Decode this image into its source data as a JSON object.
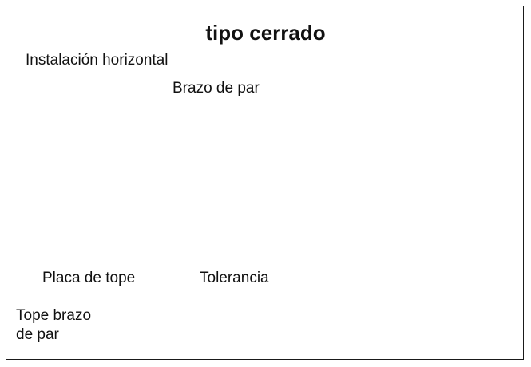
{
  "diagram": {
    "title": "tipo cerrado",
    "subtitle": "Instalación horizontal",
    "labels": {
      "torque_arm": "Brazo de par",
      "stop_plate": "Placa de tope",
      "tolerance": "Tolerancia",
      "torque_arm_stop_line1": "Tope brazo",
      "torque_arm_stop_line2": "de par"
    },
    "colors": {
      "fill": "#82c8e6",
      "stroke": "#1a1a1a",
      "background": "#ffffff"
    }
  }
}
